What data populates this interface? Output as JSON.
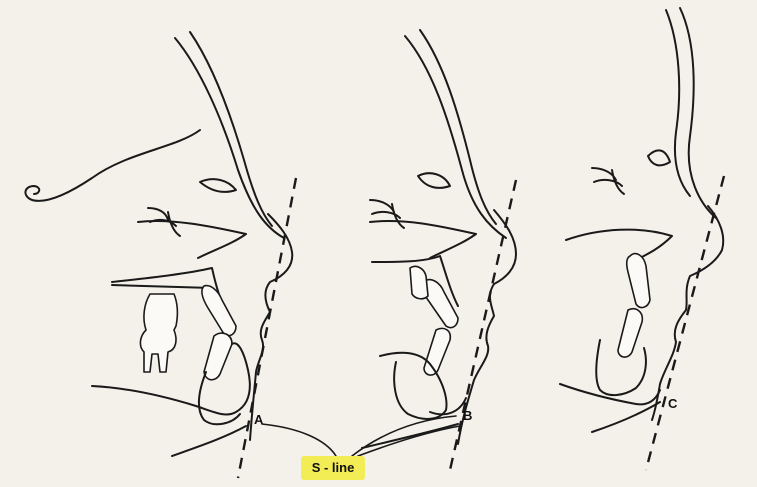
{
  "diagram": {
    "point_labels": [
      "A",
      "B",
      "C"
    ],
    "line_label": "S - line",
    "colors": {
      "background": "#f4f1ea",
      "ink": "#1a1a1a",
      "label_highlight": "#f2ec55"
    }
  }
}
